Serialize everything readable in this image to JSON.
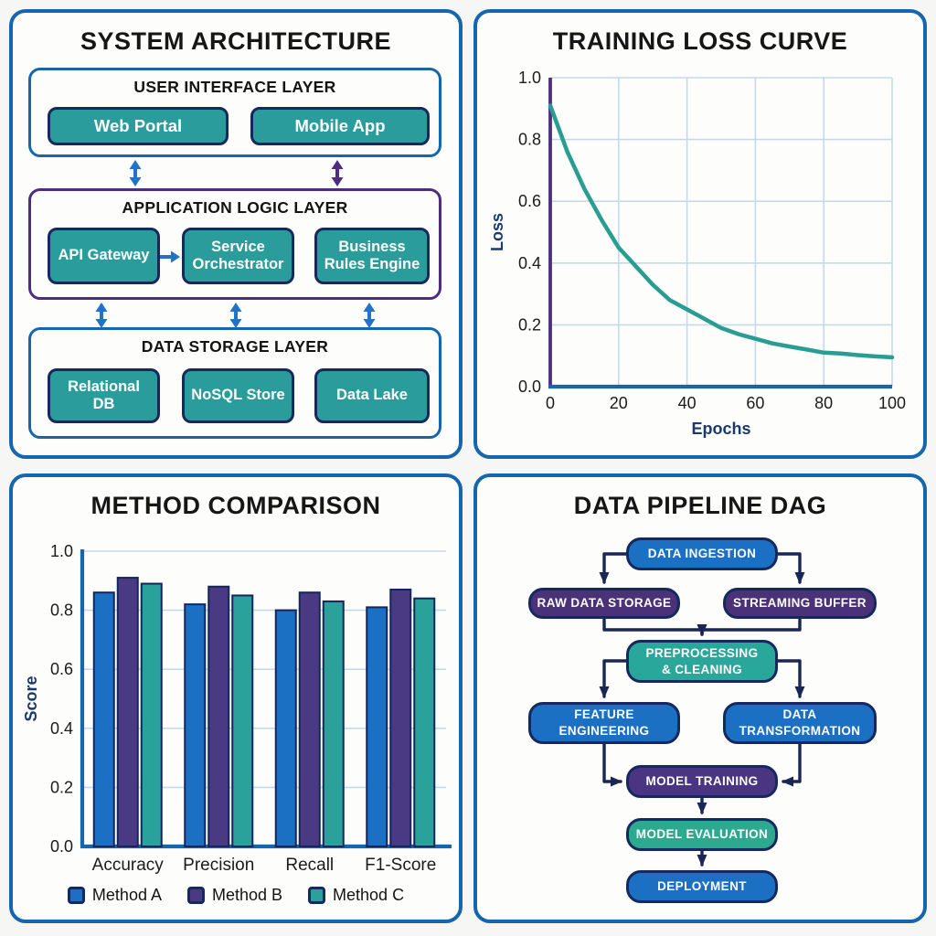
{
  "palette": {
    "panel_border": "#1566ad",
    "blue": "#1b70c4",
    "purple": "#4b2e80",
    "purple_node": "#4a3583",
    "teal": "#2a9c9b",
    "teal_node": "#2aa79a",
    "teal_eval": "#2ca98f",
    "navy": "#16295e",
    "arrow_navy": "#1b2556",
    "grid": "#c6d9ec",
    "axis_label": "#1a3a6e",
    "curve": "#2a9d92"
  },
  "architecture": {
    "title": "SYSTEM ARCHITECTURE",
    "layers": [
      {
        "label": "USER INTERFACE LAYER",
        "boxes": [
          "Web Portal",
          "Mobile App"
        ]
      },
      {
        "label": "APPLICATION LOGIC LAYER",
        "boxes": [
          "API Gateway",
          "Service Orchestrator",
          "Business Rules Engine"
        ]
      },
      {
        "label": "DATA STORAGE LAYER",
        "boxes": [
          "Relational DB",
          "NoSQL Store",
          "Data Lake"
        ]
      }
    ]
  },
  "chart_data": [
    {
      "type": "line",
      "title": "TRAINING LOSS CURVE",
      "xlabel": "Epochs",
      "ylabel": "Loss",
      "xlim": [
        0,
        100
      ],
      "ylim": [
        0.0,
        1.0
      ],
      "x_ticks": [
        "0",
        "20",
        "40",
        "60",
        "80",
        "100"
      ],
      "y_ticks": [
        "0.0",
        "0.2",
        "0.4",
        "0.6",
        "0.8",
        "1.0"
      ],
      "grid": true,
      "legend_position": "none",
      "series": [
        {
          "name": "training loss",
          "color": "#2a9d92",
          "x": [
            0,
            5,
            10,
            15,
            20,
            25,
            30,
            35,
            40,
            45,
            50,
            55,
            60,
            65,
            70,
            75,
            80,
            85,
            90,
            95,
            100
          ],
          "y": [
            0.91,
            0.76,
            0.64,
            0.54,
            0.45,
            0.39,
            0.33,
            0.28,
            0.25,
            0.22,
            0.19,
            0.17,
            0.155,
            0.14,
            0.13,
            0.12,
            0.11,
            0.107,
            0.102,
            0.098,
            0.095
          ]
        }
      ]
    },
    {
      "type": "bar",
      "title": "METHOD COMPARISON",
      "xlabel": "",
      "ylabel": "Score",
      "ylim": [
        0.0,
        1.0
      ],
      "y_ticks": [
        "0.0",
        "0.2",
        "0.4",
        "0.6",
        "0.8",
        "1.0"
      ],
      "grid": true,
      "legend_position": "bottom",
      "categories": [
        "Accuracy",
        "Precision",
        "Recall",
        "F1-Score"
      ],
      "series": [
        {
          "name": "Method A",
          "color": "#1b70c4",
          "values": [
            0.86,
            0.82,
            0.8,
            0.81
          ]
        },
        {
          "name": "Method B",
          "color": "#4a3a84",
          "values": [
            0.91,
            0.88,
            0.86,
            0.87
          ]
        },
        {
          "name": "Method C",
          "color": "#2aa19a",
          "values": [
            0.89,
            0.85,
            0.83,
            0.84
          ]
        }
      ]
    }
  ],
  "dag": {
    "title": "DATA PIPELINE DAG",
    "nodes": [
      {
        "id": "ingest",
        "label": "DATA INGESTION",
        "color": "#1b70c4"
      },
      {
        "id": "raw",
        "label": "RAW DATA STORAGE",
        "color": "#4a3178"
      },
      {
        "id": "stream",
        "label": "STREAMING BUFFER",
        "color": "#4a3178"
      },
      {
        "id": "preprocess",
        "label": "PREPROCESSING\n& CLEANING",
        "color": "#2aa79b"
      },
      {
        "id": "feature",
        "label": "FEATURE\nENGINEERING",
        "color": "#1b70c4"
      },
      {
        "id": "transform",
        "label": "DATA\nTRANSFORMATION",
        "color": "#1b70c4"
      },
      {
        "id": "train",
        "label": "MODEL TRAINING",
        "color": "#4a3583"
      },
      {
        "id": "eval",
        "label": "MODEL EVALUATION",
        "color": "#2ca98f"
      },
      {
        "id": "deploy",
        "label": "DEPLOYMENT",
        "color": "#1b70c4"
      }
    ],
    "edges": [
      [
        "ingest",
        "raw"
      ],
      [
        "ingest",
        "stream"
      ],
      [
        "raw",
        "preprocess"
      ],
      [
        "stream",
        "preprocess"
      ],
      [
        "preprocess",
        "feature"
      ],
      [
        "preprocess",
        "transform"
      ],
      [
        "feature",
        "train"
      ],
      [
        "transform",
        "train"
      ],
      [
        "train",
        "eval"
      ],
      [
        "eval",
        "deploy"
      ]
    ]
  }
}
